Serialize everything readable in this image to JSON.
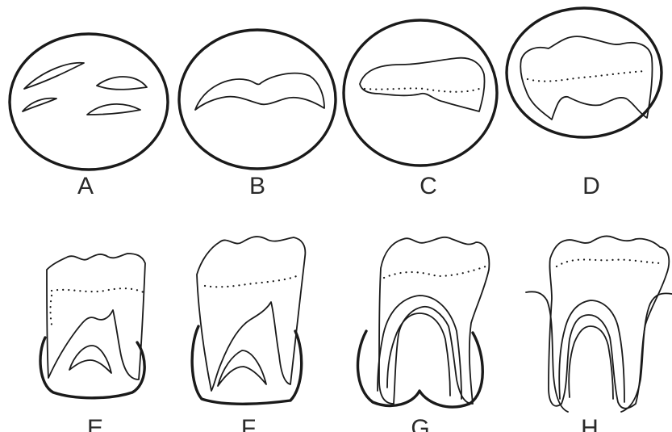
{
  "panels": [
    {
      "id": "a",
      "label": "A"
    },
    {
      "id": "b",
      "label": "B"
    },
    {
      "id": "c",
      "label": "C"
    },
    {
      "id": "d",
      "label": "D"
    },
    {
      "id": "e",
      "label": "E"
    },
    {
      "id": "f",
      "label": "F"
    },
    {
      "id": "g",
      "label": "G"
    },
    {
      "id": "h",
      "label": "H"
    }
  ]
}
